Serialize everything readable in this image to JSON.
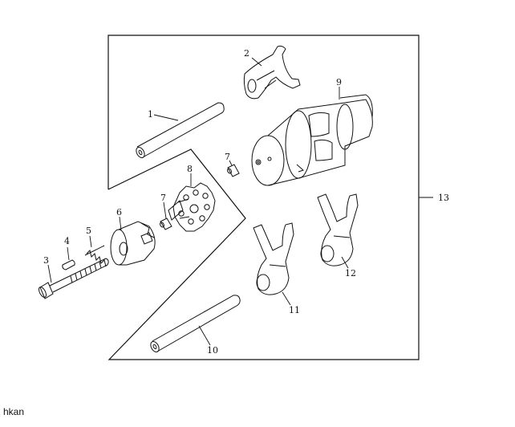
{
  "diagram": {
    "callouts": [
      {
        "id": "1",
        "label": "1"
      },
      {
        "id": "2",
        "label": "2"
      },
      {
        "id": "3",
        "label": "3"
      },
      {
        "id": "4",
        "label": "4"
      },
      {
        "id": "5",
        "label": "5"
      },
      {
        "id": "6",
        "label": "6"
      },
      {
        "id": "7a",
        "label": "7"
      },
      {
        "id": "7b",
        "label": "7"
      },
      {
        "id": "8",
        "label": "8"
      },
      {
        "id": "9",
        "label": "9"
      },
      {
        "id": "10",
        "label": "10"
      },
      {
        "id": "11",
        "label": "11"
      },
      {
        "id": "12",
        "label": "12"
      },
      {
        "id": "13",
        "label": "13"
      }
    ]
  },
  "footer": {
    "text": "hkan"
  }
}
